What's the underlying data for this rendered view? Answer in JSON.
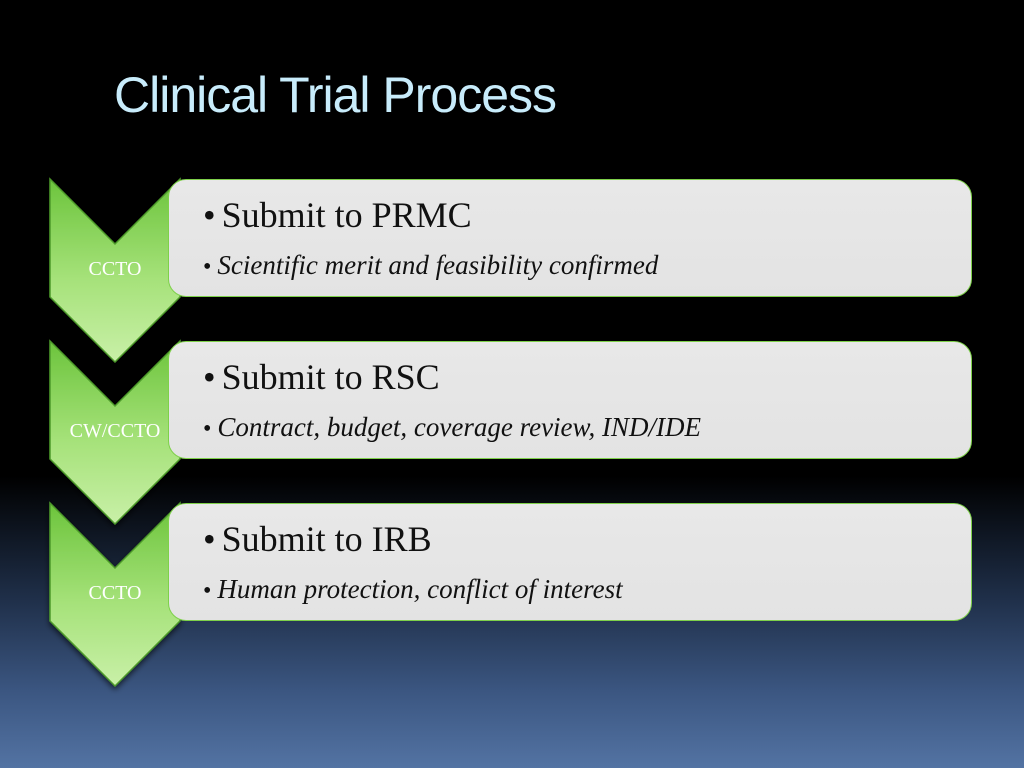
{
  "title": "Clinical Trial Process",
  "colors": {
    "chevron_light": "#c9f0a8",
    "chevron_dark": "#6cc43c",
    "chevron_border": "#4d9a2a",
    "box_fill": "#e6e6e6",
    "title": "#c8ecfb"
  },
  "steps": [
    {
      "owner": "CCTO",
      "main": "Submit to PRMC",
      "detail": "Scientific merit and feasibility confirmed"
    },
    {
      "owner": "CW/CCTO",
      "main": "Submit to RSC",
      "detail": "Contract, budget, coverage review, IND/IDE"
    },
    {
      "owner": "CCTO",
      "main": "Submit to IRB",
      "detail": "Human protection, conflict of interest"
    }
  ],
  "bullet_glyph": "•"
}
